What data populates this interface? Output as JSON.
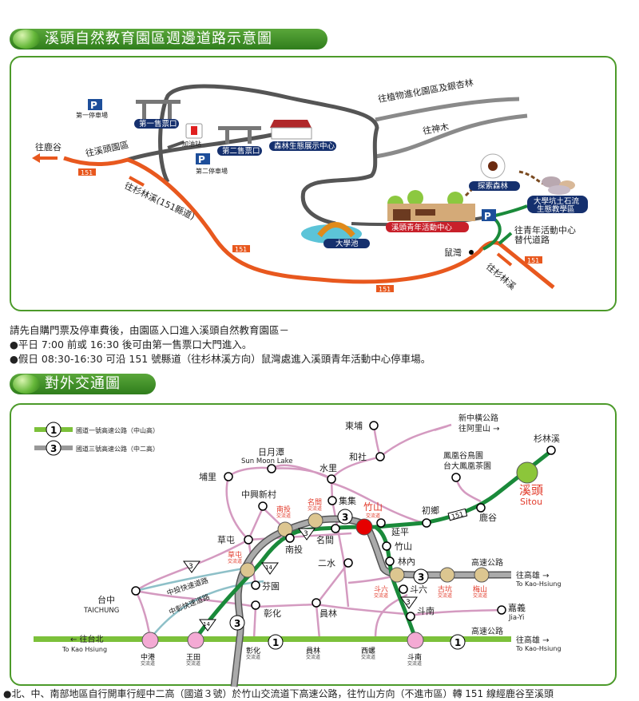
{
  "section1": {
    "title": "溪頭自然教育園區週邊道路示意圖",
    "labels": {
      "to_lugu": "往鹿谷",
      "to_park": "往溪頭園區",
      "to_shanlinxi_151": "往杉林溪(151縣道)",
      "parking1": "第一停車場",
      "parking2": "第二停車場",
      "ticket1": "第一售票口",
      "ticket2": "第二售票口",
      "gas": "加油站",
      "forest_center": "森林生態展示中心",
      "to_plant": "往植物進化園區及銀杏林",
      "to_tree": "往神木",
      "explore": "探索森林",
      "debris1": "大學坑土石流",
      "debris2": "生態教學區",
      "youth_center": "溪頭青年活動中心",
      "pond": "大學池",
      "alt1": "往青年活動中心",
      "alt2": "替代道路",
      "shuwan": "鼠灣",
      "to_shanlinxi": "往杉林溪",
      "road151": "151",
      "parking_sign": "P"
    }
  },
  "notes": [
    "請先自購門票及停車費後，由園區入口進入溪頭自然教育園區－",
    "●平日 7:00 前或 16:30 後可由第一售票口大門進入。",
    "●假日 08:30-16:30 可沿 151 號縣道（往杉林溪方向）鼠灣處進入溪頭青年活動中心停車場。"
  ],
  "section2": {
    "title": "對外交通圖",
    "legend": {
      "nh1_num": "1",
      "nh1": "國道一號高速公路（中山高）",
      "nh3_num": "3",
      "nh3": "國道三號高速公路（中二高）"
    },
    "labels": {
      "dongpu": "東埔",
      "heshe": "和社",
      "xinzhongheng1": "新中橫公路",
      "xinzhongheng2": "往阿里山 →",
      "shanlinxi": "杉林溪",
      "fenghuang1": "鳳凰谷鳥園",
      "fenghuang2": "台大鳳凰茶園",
      "sitou": "溪頭",
      "sitou_en": "Sitou",
      "riyuetan": "日月潭",
      "sml": "Sun Moon Lake",
      "shuili": "水里",
      "puli": "埔里",
      "zhongxing": "中興新村",
      "jiji": "集集",
      "chuxiang": "初鄉",
      "lugu": "鹿谷",
      "r151": "151",
      "caotun": "草屯",
      "nantou": "南投",
      "mingjian": "名間",
      "yanping": "延平",
      "zhushan": "竹山",
      "linnei": "林內",
      "ershui": "二水",
      "fenyuan": "芬園",
      "changhua": "彰化",
      "yuanlin": "員林",
      "douliu": "斗六",
      "dounan": "斗南",
      "taichung": "台中",
      "taichung_en": "TAICHUNG",
      "zhongtou": "中投快速道路",
      "zhangchang": "中彰快速道路",
      "jiayi": "嘉義",
      "jiayi_en": "Jia-Yi",
      "hw1": "高速公路",
      "hw2": "高速公路",
      "to_kh1": "往高雄 →",
      "to_kh1_en": "To Kao-Hsiung",
      "to_kh2": "往高雄 →",
      "to_kh2_en": "To Kao-Hsiung",
      "to_tp": "← 往台北",
      "to_tp_en": "To Kao Hsiung",
      "r3": "3",
      "r14": "14",
      "n1": "1",
      "n3": "3"
    },
    "interchanges": {
      "nantou": "南投",
      "mingjian": "名間",
      "zhushan": "竹山",
      "caotun": "草屯",
      "douliu": "斗六",
      "gukeng": "古坑",
      "meishan": "梅山",
      "zhonggang": "中港",
      "wangtian": "王田",
      "changhua": "彰化",
      "yuanlin": "員林",
      "xiluo": "西螺",
      "dounan": "斗南",
      "suffix": "交流道"
    }
  },
  "footer": "●北、中、南部地區自行開車行經中二高（國道３號）於竹山交流道下高速公路，往竹山方向（不進市區）轉 151 線經鹿谷至溪頭"
}
